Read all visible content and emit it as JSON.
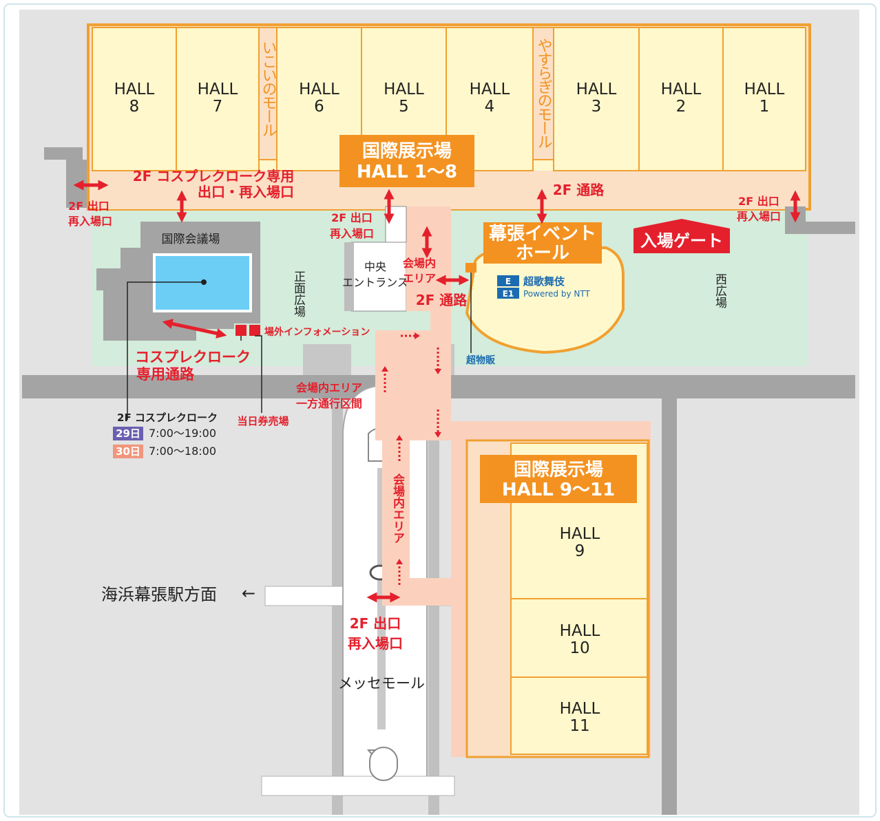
{
  "halls_top": [
    {
      "label": "HALL",
      "num": "8"
    },
    {
      "label": "HALL",
      "num": "7"
    },
    {
      "label": "HALL",
      "num": "6"
    },
    {
      "label": "HALL",
      "num": "5"
    },
    {
      "label": "HALL",
      "num": "4"
    },
    {
      "label": "HALL",
      "num": "3"
    },
    {
      "label": "HALL",
      "num": "2"
    },
    {
      "label": "HALL",
      "num": "1"
    }
  ],
  "halls_bottom": [
    {
      "label": "HALL",
      "num": "9"
    },
    {
      "label": "HALL",
      "num": "10"
    },
    {
      "label": "HALL",
      "num": "11"
    }
  ],
  "malls": {
    "ikoi": "いこいのモール",
    "yasuragi": "やすらぎのモール"
  },
  "titles": {
    "intl_top_l1": "国際展示場",
    "intl_top_l2": "HALL 1〜8",
    "intl_bottom_l1": "国際展示場",
    "intl_bottom_l2": "HALL 9〜11",
    "event_hall_l1": "幕張イベント",
    "event_hall_l2": "ホール",
    "entry_gate": "入場ゲート"
  },
  "labels": {
    "cosplay_exit_l1": "2F コスプレクローク専用",
    "cosplay_exit_l2": "出口・再入場口",
    "passage_2f": "2F 通路",
    "passage_2f_b": "2F 通路",
    "exit_left_l1": "2F 出口",
    "exit_left_l2": "再入場口",
    "exit_center_l1": "2F 出口",
    "exit_center_l2": "再入場口",
    "exit_right_l1": "2F 出口",
    "exit_right_l2": "再入場口",
    "exit_mall_l1": "2F 出口",
    "exit_mall_l2": "再入場口",
    "conference": "国際会議場",
    "front_plaza": "正面広場",
    "west_plaza": "西広場",
    "central_l1": "中央",
    "central_l2": "エントランス",
    "venue_area_l1": "会場内",
    "venue_area_l2": "エリア",
    "venue_area_vertical": "会場内エリア",
    "oneway_l1": "会場内エリア",
    "oneway_l2": "一方通行区間",
    "offsite_info": "場外インフォメーション",
    "same_day_ticket": "当日券売場",
    "cosplay_path_l1": "コスプレクローク",
    "cosplay_path_l2": "専用通路",
    "kabuki": "超歌舞伎",
    "powered": "Powered by NTT",
    "kabuki_badge_e": "E",
    "kabuki_badge_e1": "E1",
    "merch": "超物販",
    "messe_mall": "メッセモール",
    "station_dir": "海浜幕張駅方面",
    "station_arrow": "←"
  },
  "cloak": {
    "title": "2F コスプレクローク",
    "days": [
      {
        "day": "29日",
        "hours": "7:00〜19:00",
        "color": "#6a5fb0"
      },
      {
        "day": "30日",
        "hours": "7:00〜18:00",
        "color": "#f0967c"
      }
    ]
  },
  "colors": {
    "hall": "#fff8cc",
    "hall_border": "#f0a030",
    "orange": "#f39220",
    "red": "#e4202c",
    "plaza": "#d3ecdb",
    "road": "#dcdcdc",
    "corridor": "#fbd1bd",
    "blue": "#1b6bb0"
  }
}
